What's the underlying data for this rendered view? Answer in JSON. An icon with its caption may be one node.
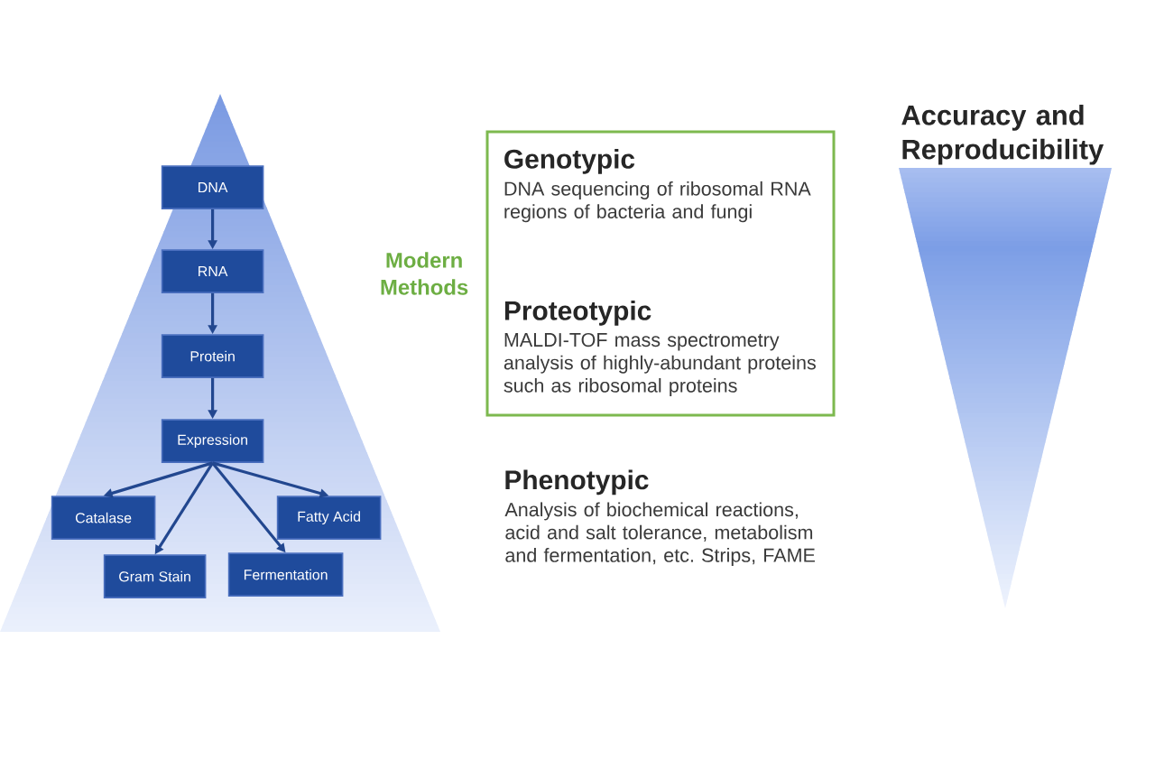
{
  "diagram": {
    "nodes": [
      {
        "text": [],
        "shape": "triangle"
      },
      {
        "text": [
          "DNA"
        ],
        "in": 0
      },
      {
        "text": [
          "RNA"
        ],
        "in": 0
      },
      {
        "text": [
          "Protein"
        ],
        "in": 0
      },
      {
        "text": [
          "Expression"
        ],
        "in": 0
      },
      {
        "text": [
          "Catalase"
        ],
        "in": 0
      },
      {
        "text": [
          "Fatty Acid"
        ],
        "in": 0
      },
      {
        "text": [
          "Gram Stain"
        ],
        "in": 0
      },
      {
        "text": [
          "Fermentation"
        ],
        "in": 0
      },
      {
        "text": [
          "Genotypic",
          "DNA sequencing of ribosomal RNA regions of bacteria and fungi",
          "Proteotypic",
          "MALDI-TOF mass spectrometry analysis of highly-abundant proteins such as ribosomal proteins"
        ],
        "beside": [
          "Modern Methods"
        ]
      },
      {
        "text": [],
        "shape": "triangle"
      }
    ],
    "edges": [
      {
        "from": 1,
        "to": 2,
        "arrow": "to"
      },
      {
        "from": 2,
        "to": 3,
        "arrow": "to"
      },
      {
        "from": 3,
        "to": 4,
        "arrow": "to"
      },
      {
        "from": 4,
        "to": 5,
        "arrow": "to"
      },
      {
        "from": 4,
        "to": 7,
        "arrow": "to"
      },
      {
        "from": 4,
        "to": 8,
        "arrow": "to"
      },
      {
        "from": 4,
        "to": 6,
        "arrow": "to"
      }
    ],
    "labels": [
      "Accuracy and Reproducibility",
      "Phenotypic",
      "Analysis of biochemical reactions, acid and salt tolerance, metabolism and fermentation, etc. Strips, FAME"
    ]
  }
}
